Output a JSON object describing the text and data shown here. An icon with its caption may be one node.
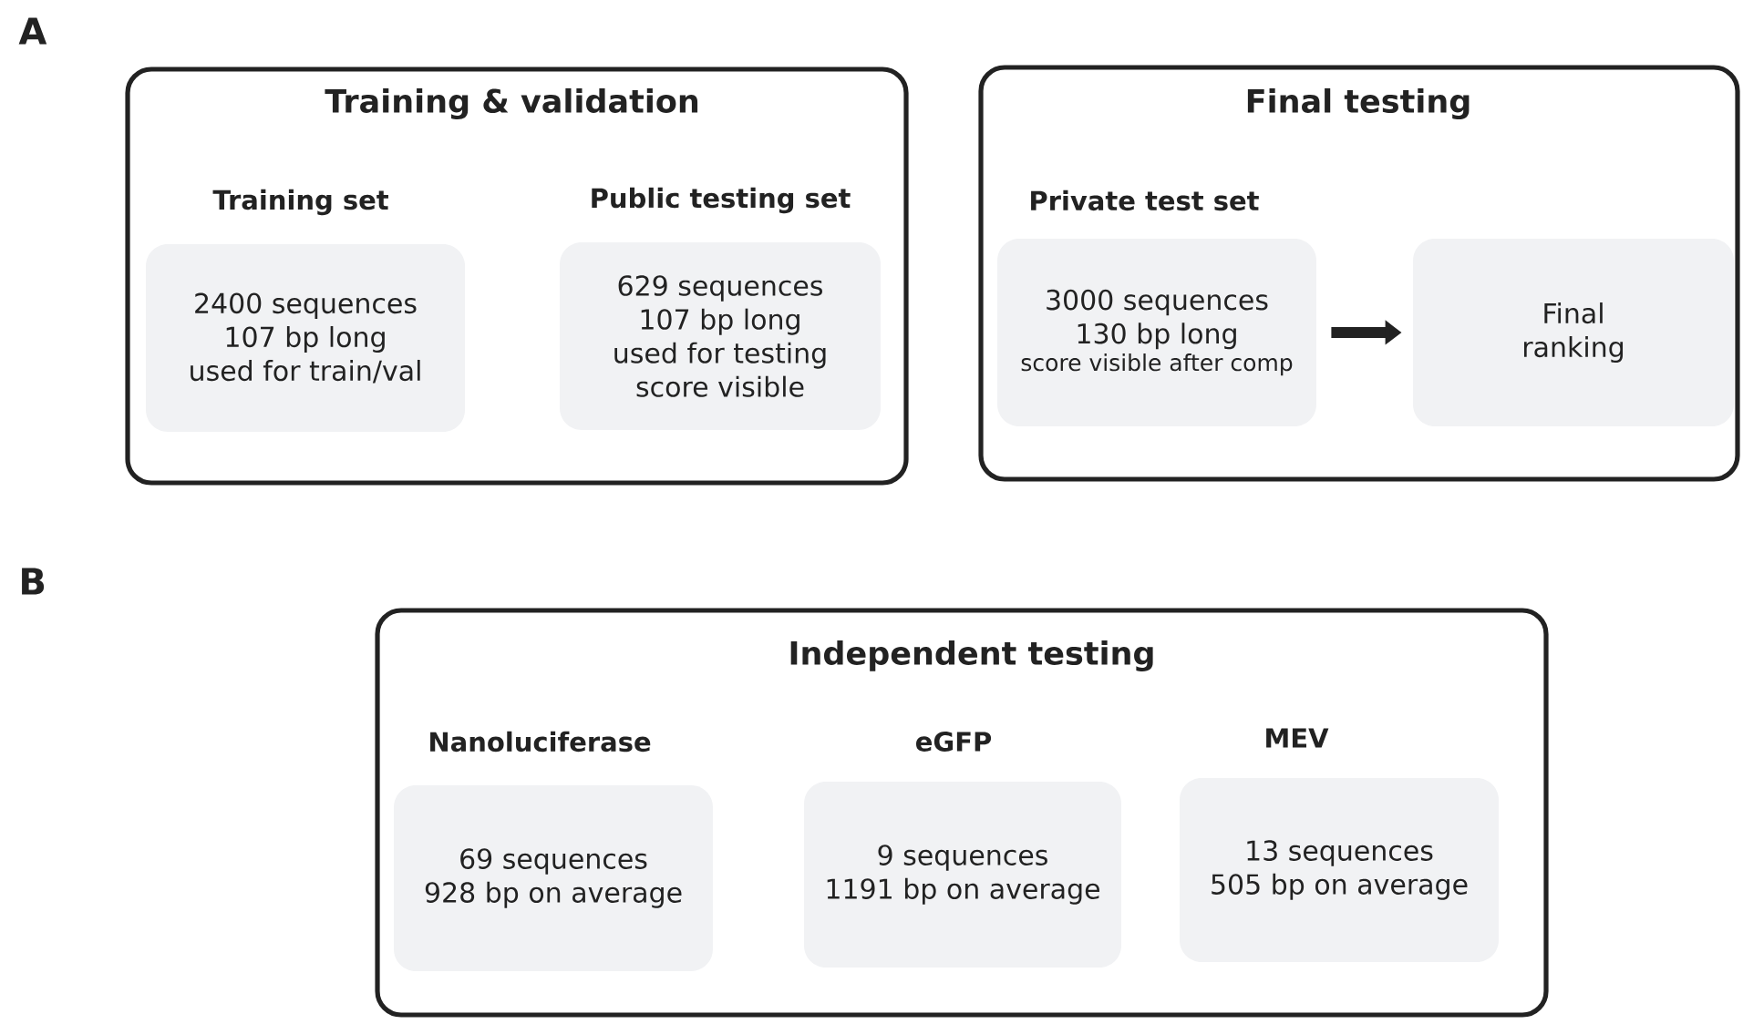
{
  "diagram": {
    "nodes": [
      {
        "text": [
          "Training & validation"
        ]
      },
      {
        "text": [
          "Training set",
          "2400 sequences 107 bp long used for train/val"
        ],
        "in": 0
      },
      {
        "text": [
          "Public testing set",
          "629 sequences 107 bp long used for testing score visible"
        ],
        "in": 0
      },
      {
        "text": [
          "Final testing"
        ]
      },
      {
        "text": [
          "Private test set",
          "3000 sequences 130 bp long",
          "score visible after comp"
        ],
        "in": 3
      },
      {
        "text": [
          "Final ranking"
        ],
        "in": 3
      },
      {
        "text": [
          "Independent testing"
        ]
      },
      {
        "text": [
          "Nanoluciferase",
          "69 sequences 928 bp on average"
        ],
        "in": 6
      },
      {
        "text": [
          "eGFP",
          "9 sequences 1191 bp on average"
        ],
        "in": 6
      },
      {
        "text": [
          "MEV",
          "13 sequences 505 bp on average"
        ],
        "in": 6
      }
    ],
    "edges": [
      {
        "from": 4,
        "to": 5,
        "arrow": "to"
      }
    ],
    "labels": [
      "A",
      "B"
    ]
  }
}
